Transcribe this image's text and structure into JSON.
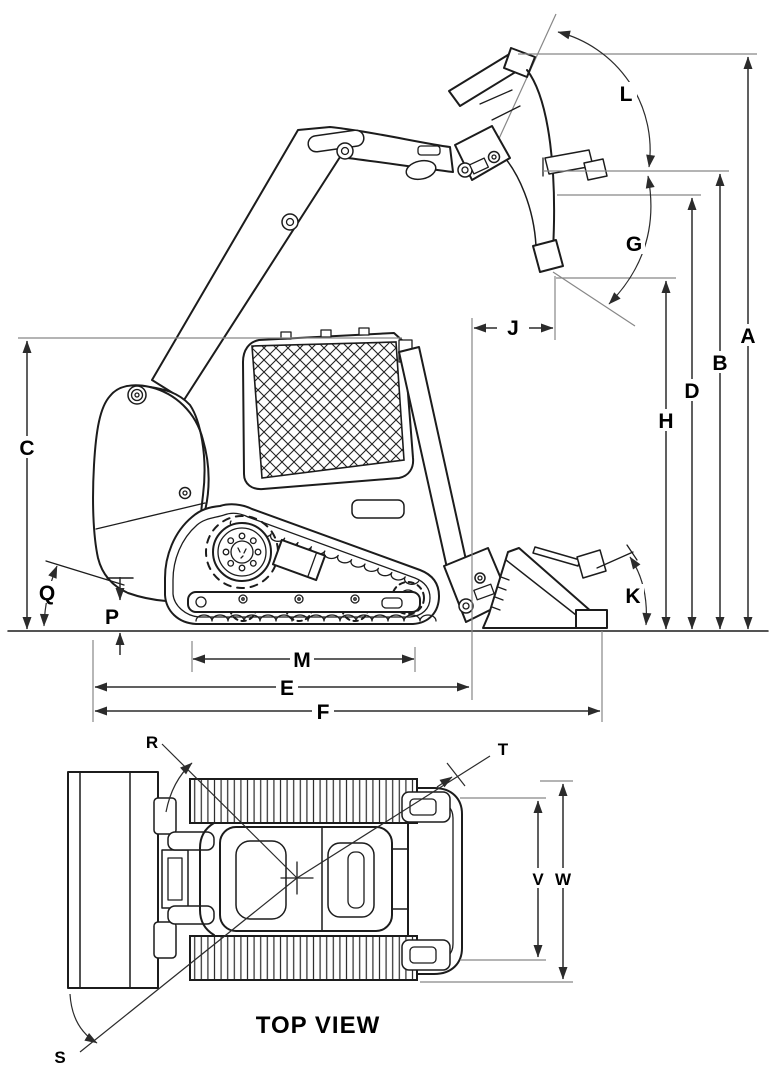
{
  "diagram": {
    "background": "#ffffff",
    "line_color": "#1c1c1c",
    "dimension_line_color": "#2b2b2b",
    "reference_line_color": "#878787",
    "side_view": {
      "dimension_labels": {
        "A": "A",
        "B": "B",
        "C": "C",
        "D": "D",
        "E": "E",
        "F": "F",
        "G": "G",
        "H": "H",
        "J": "J",
        "K": "K",
        "L": "L",
        "M": "M",
        "P": "P",
        "Q": "Q"
      }
    },
    "top_view": {
      "caption": "TOP VIEW",
      "dimension_labels": {
        "R": "R",
        "S": "S",
        "T": "T",
        "V": "V",
        "W": "W"
      }
    }
  }
}
